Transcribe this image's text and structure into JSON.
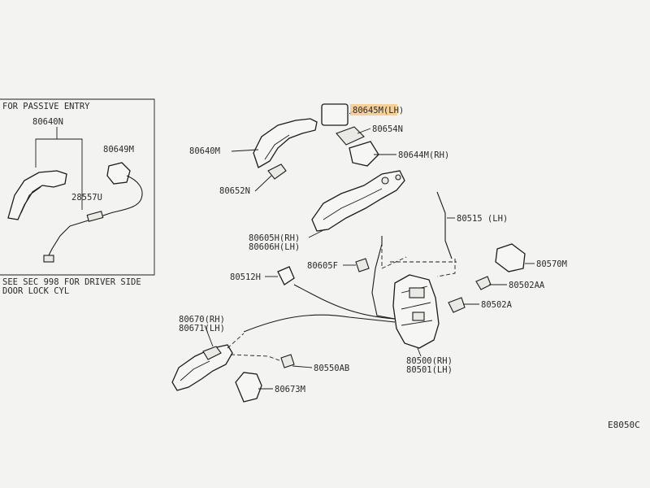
{
  "inset": {
    "title": "FOR PASSIVE ENTRY",
    "note_line1": "SEE SEC 998 FOR DRIVER SIDE",
    "note_line2": "DOOR LOCK CYL",
    "labels": [
      "80640N",
      "80649M",
      "28557U"
    ]
  },
  "parts": {
    "p80645M": "80645M(LH)",
    "p80654N": "80654N",
    "p80644M": "80644M(RH)",
    "p80640M": "80640M",
    "p80652N": "80652N",
    "p80605H": "80605H(RH)",
    "p80606H": "80606H(LH)",
    "p80515": "80515 (LH)",
    "p80570M": "80570M",
    "p80502AA": "80502AA",
    "p80502A": "80502A",
    "p80512H": "80512H",
    "p80605F": "80605F",
    "p80670": "80670(RH)",
    "p80671": "80671(LH)",
    "p80550AB": "80550AB",
    "p80673M": "80673M",
    "p80500": "80500(RH)",
    "p80501": "80501(LH)"
  },
  "figure_id": "E8050C",
  "colors": {
    "highlight": "#f6c98a",
    "ink": "#1c1c1c",
    "paper": "#f3f3f1"
  }
}
